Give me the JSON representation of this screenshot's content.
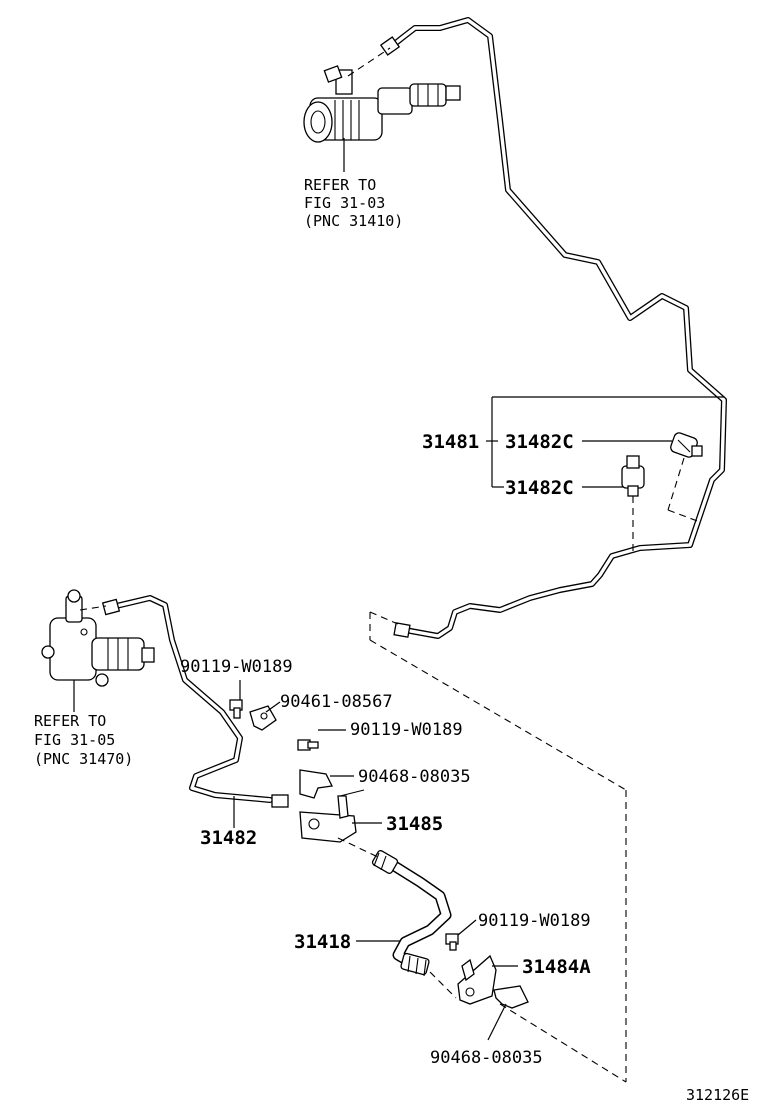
{
  "figure_code": "312126E",
  "references": [
    {
      "id": "ref-master-cylinder",
      "lines": [
        "REFER TO",
        "FIG 31-03",
        "(PNC 31410)"
      ]
    },
    {
      "id": "ref-release-cylinder",
      "lines": [
        "REFER TO",
        "FIG 31-05",
        "(PNC 31470)"
      ]
    }
  ],
  "parts": {
    "p31481": "31481",
    "p31482c_a": "31482C",
    "p31482c_b": "31482C",
    "p31482": "31482",
    "p31418": "31418",
    "p31485": "31485",
    "p31484a": "31484A",
    "p90119_1": "90119-W0189",
    "p90119_2": "90119-W0189",
    "p90119_3": "90119-W0189",
    "p90461": "90461-08567",
    "p90468_1": "90468-08035",
    "p90468_2": "90468-08035"
  }
}
